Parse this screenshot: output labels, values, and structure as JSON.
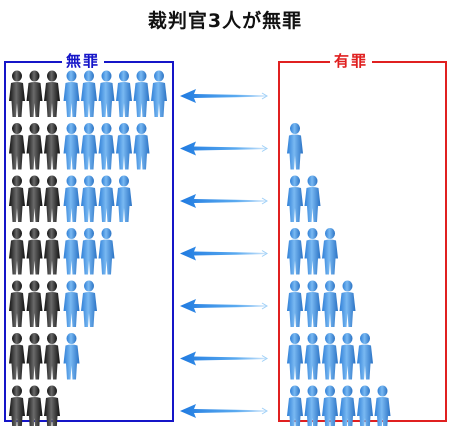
{
  "title": "裁判官3人が無罪",
  "left_panel": {
    "label": "無罪",
    "color": "#1515c8"
  },
  "right_panel": {
    "label": "有罪",
    "color": "#e02020"
  },
  "colors": {
    "black_figure": "#2a2a2a",
    "blue_figure": "#3a8ee0",
    "arrow": "#2d8ae8"
  },
  "rows": [
    {
      "left_black": 3,
      "left_blue": 6,
      "right_blue": 0
    },
    {
      "left_black": 3,
      "left_blue": 5,
      "right_blue": 1
    },
    {
      "left_black": 3,
      "left_blue": 4,
      "right_blue": 2
    },
    {
      "left_black": 3,
      "left_blue": 3,
      "right_blue": 3
    },
    {
      "left_black": 3,
      "left_blue": 2,
      "right_blue": 4
    },
    {
      "left_black": 3,
      "left_blue": 1,
      "right_blue": 5
    },
    {
      "left_black": 3,
      "left_blue": 0,
      "right_blue": 6
    }
  ]
}
